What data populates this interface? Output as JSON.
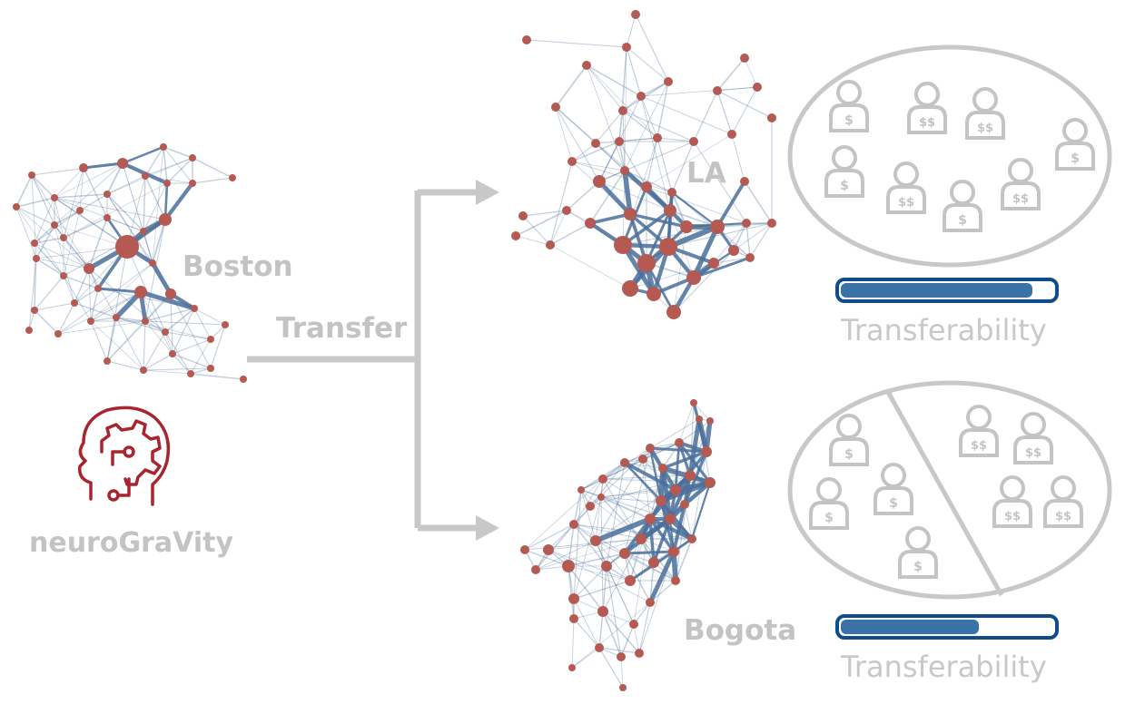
{
  "colors": {
    "node": "#b45a52",
    "edge": "#4a6f9a",
    "arrow": "#c8c8c8",
    "label": "#c3c3c3",
    "logo": "#a8242e",
    "bar_border": "#0f4c88",
    "bar_fill": "#3a72a8",
    "icon": "#c4c4c4"
  },
  "labels": {
    "source_city": "Boston",
    "transfer": "Transfer",
    "brand": "neuroGraVity",
    "target_la": "LA",
    "target_bogota": "Bogota"
  },
  "la_panel": {
    "people_icons": [
      "$",
      "$$",
      "$$",
      "$",
      "$",
      "$$",
      "$",
      "$$",
      "$$"
    ],
    "transferability_label": "Transferability",
    "transferability_level": 0.9
  },
  "bogota_panel": {
    "left_group_icons": [
      "$",
      "$",
      "$",
      "$"
    ],
    "right_group_icons": [
      "$$",
      "$$",
      "$$",
      "$$"
    ],
    "transferability_label": "Transferability",
    "transferability_level": 0.65
  },
  "icons": {
    "logo": "brain-gear-icon",
    "person": "person-money-icon"
  }
}
